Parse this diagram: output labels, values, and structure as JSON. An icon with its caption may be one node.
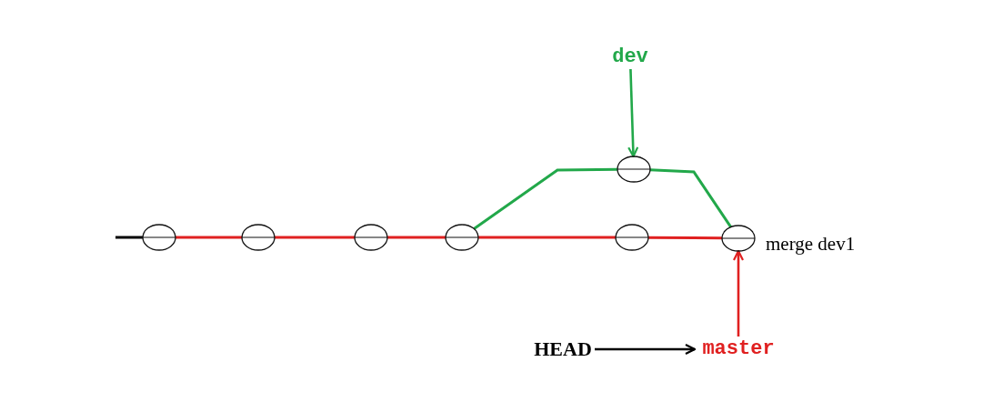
{
  "diagram": {
    "nodes": [
      {
        "text": [],
        "shape": "circle"
      },
      {
        "text": [],
        "shape": "circle"
      },
      {
        "text": [],
        "shape": "circle"
      },
      {
        "text": [],
        "shape": "circle"
      },
      {
        "text": [],
        "shape": "circle"
      },
      {
        "text": [],
        "shape": "circle"
      },
      {
        "text": [],
        "shape": "circle",
        "beside": [
          "merge dev1"
        ]
      },
      {
        "text": [
          "dev"
        ]
      },
      {
        "text": [
          "HEAD"
        ]
      },
      {
        "text": [
          "master"
        ]
      }
    ],
    "edges": [
      {
        "from": null,
        "to": 0,
        "arrow": "none",
        "color": "#000000"
      },
      {
        "from": 0,
        "to": 1,
        "arrow": "none"
      },
      {
        "from": 1,
        "to": 2,
        "arrow": "none"
      },
      {
        "from": 2,
        "to": 3,
        "arrow": "none"
      },
      {
        "from": 3,
        "to": 5,
        "arrow": "none"
      },
      {
        "from": 5,
        "to": 6,
        "arrow": "none"
      },
      {
        "from": 3,
        "to": 4,
        "arrow": "none",
        "color": "#22a84a"
      },
      {
        "from": 4,
        "to": 6,
        "arrow": "none",
        "color": "#22a84a"
      },
      {
        "from": 7,
        "to": 4,
        "arrow": "to",
        "color": "#22a84a"
      },
      {
        "from": 8,
        "to": 9,
        "arrow": "to",
        "color": "#000000"
      },
      {
        "from": 9,
        "to": 6,
        "arrow": "to"
      }
    ]
  }
}
